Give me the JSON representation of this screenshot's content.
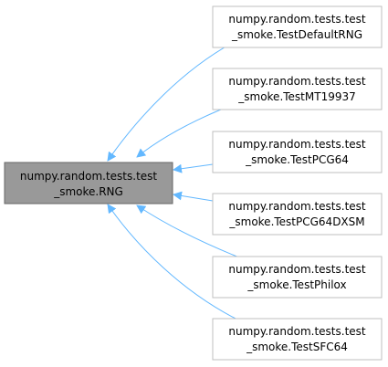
{
  "diagram": {
    "base_class": {
      "line1": "numpy.random.tests.test",
      "line2": "_smoke.RNG"
    },
    "derived_classes": [
      {
        "line1": "numpy.random.tests.test",
        "line2": "_smoke.TestDefaultRNG"
      },
      {
        "line1": "numpy.random.tests.test",
        "line2": "_smoke.TestMT19937"
      },
      {
        "line1": "numpy.random.tests.test",
        "line2": "_smoke.TestPCG64"
      },
      {
        "line1": "numpy.random.tests.test",
        "line2": "_smoke.TestPCG64DXSM"
      },
      {
        "line1": "numpy.random.tests.test",
        "line2": "_smoke.TestPhilox"
      },
      {
        "line1": "numpy.random.tests.test",
        "line2": "_smoke.TestSFC64"
      }
    ],
    "colors": {
      "base_fill": "#999999",
      "base_stroke": "#666666",
      "derived_fill": "#ffffff",
      "derived_stroke": "#bfbfbf",
      "edge": "#63b8ff"
    }
  }
}
